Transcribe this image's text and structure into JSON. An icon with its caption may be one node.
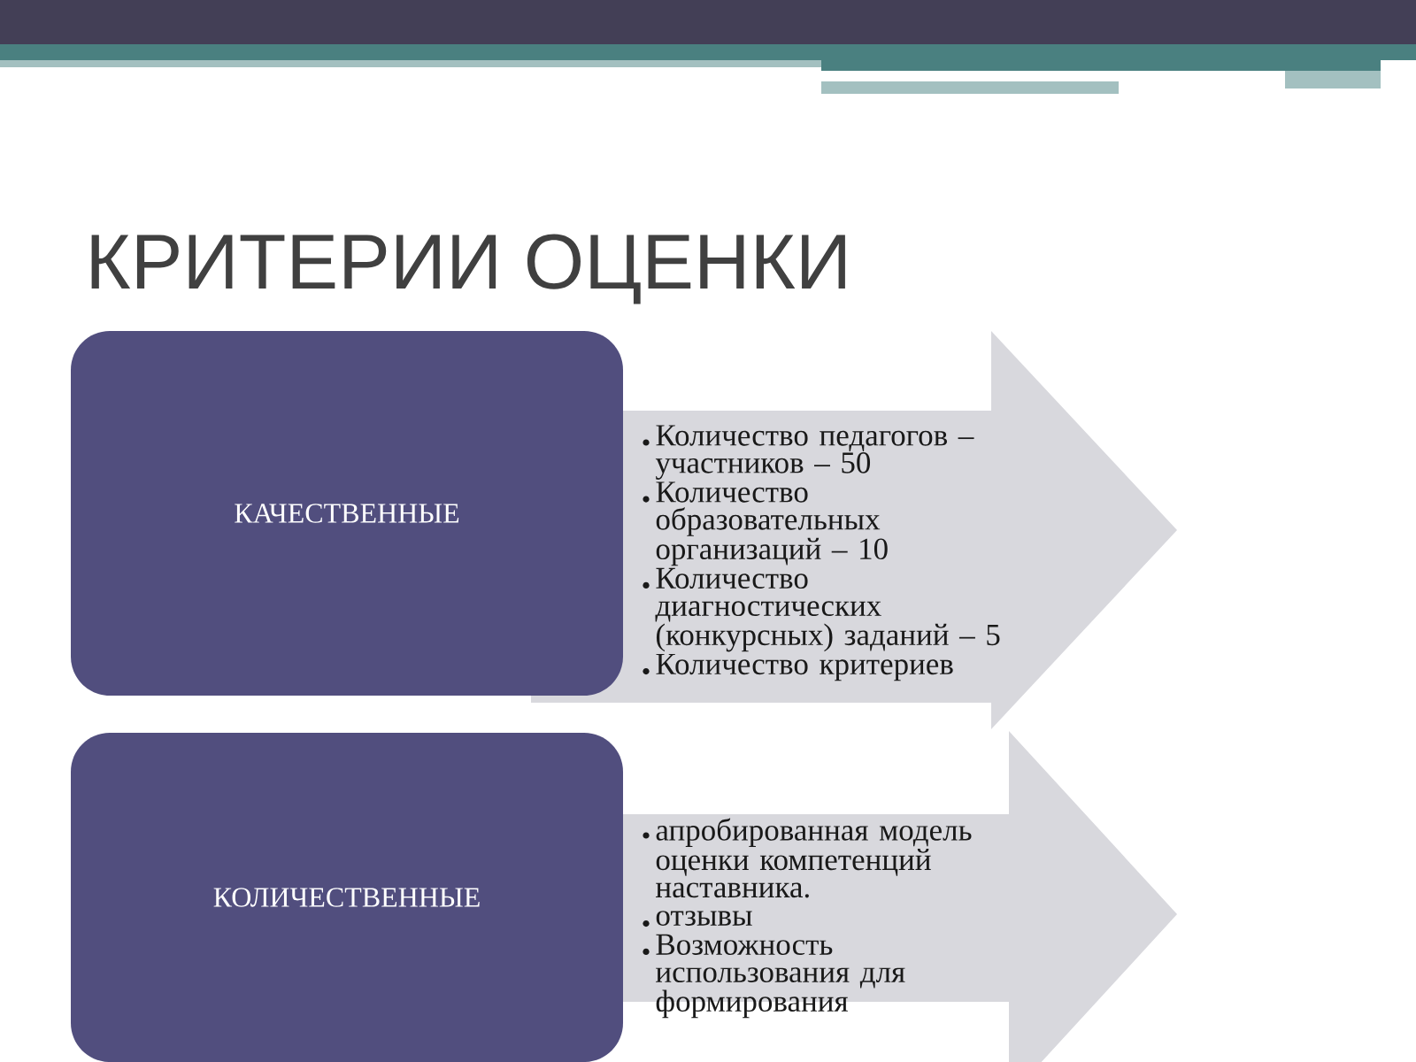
{
  "diagram": {
    "title": "КРИТЕРИИ ОЦЕНКИ",
    "nodes": [
      {
        "text": [
          "КАЧЕСТВЕННЫЕ"
        ]
      },
      {
        "text": [
          "Количество педагогов – участников – 50",
          "Количество образовательных организаций – 10",
          "Количество диагностических (конкурсных) заданий – 5",
          "Количество критериев"
        ]
      },
      {
        "text": [
          "КОЛИЧЕСТВЕННЫЕ"
        ]
      },
      {
        "text": [
          "апробированная модель оценки компетенций наставника.",
          "отзывы",
          "Возможность использования для формирования"
        ]
      }
    ]
  }
}
